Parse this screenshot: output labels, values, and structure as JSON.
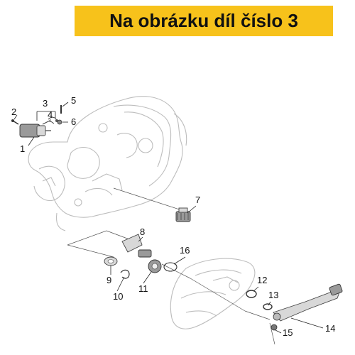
{
  "banner": {
    "text": "Na obrázku díl číslo 3",
    "background": "#f7c21b"
  },
  "callouts": {
    "n1": "1",
    "n2": "2",
    "n3": "3",
    "n4": "4",
    "n5": "5",
    "n6": "6",
    "n7": "7",
    "n8": "8",
    "n9": "9",
    "n10": "10",
    "n11": "11",
    "n12": "12",
    "n13": "13",
    "n14": "14",
    "n15": "15",
    "n16": "16"
  }
}
